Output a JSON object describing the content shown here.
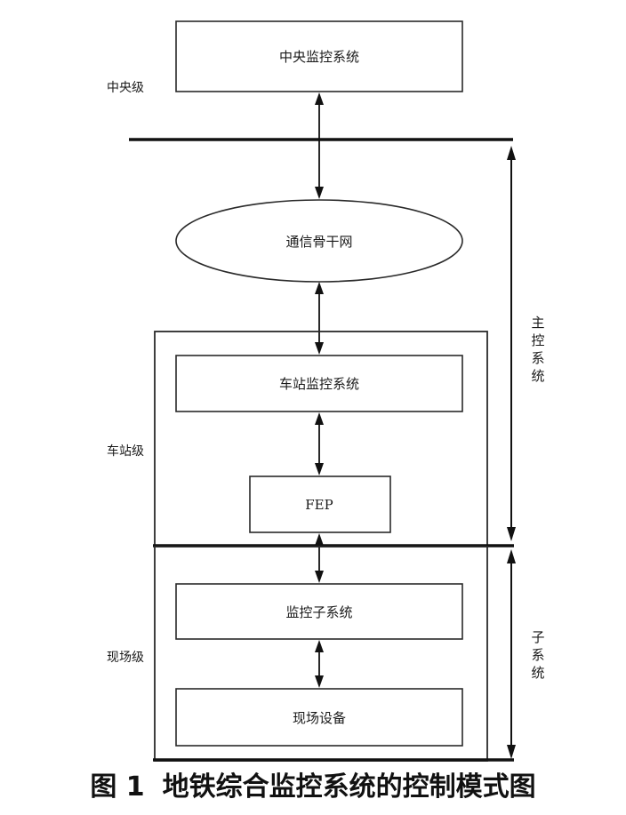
{
  "nodes": {
    "central_system": "中央监控系统",
    "backbone_network": "通信骨干网",
    "station_system": "车站监控系统",
    "fep": "FEP",
    "subsystem": "监控子系统",
    "field_equipment": "现场设备"
  },
  "levels": {
    "central": "中央级",
    "station": "车站级",
    "field": "现场级"
  },
  "side_labels": {
    "main_control": [
      "主",
      "控",
      "系",
      "统"
    ],
    "subsystem": [
      "子",
      "系",
      "统"
    ]
  },
  "caption": {
    "figure_number": "图 1",
    "title": "地铁综合监控系统的控制模式图"
  }
}
